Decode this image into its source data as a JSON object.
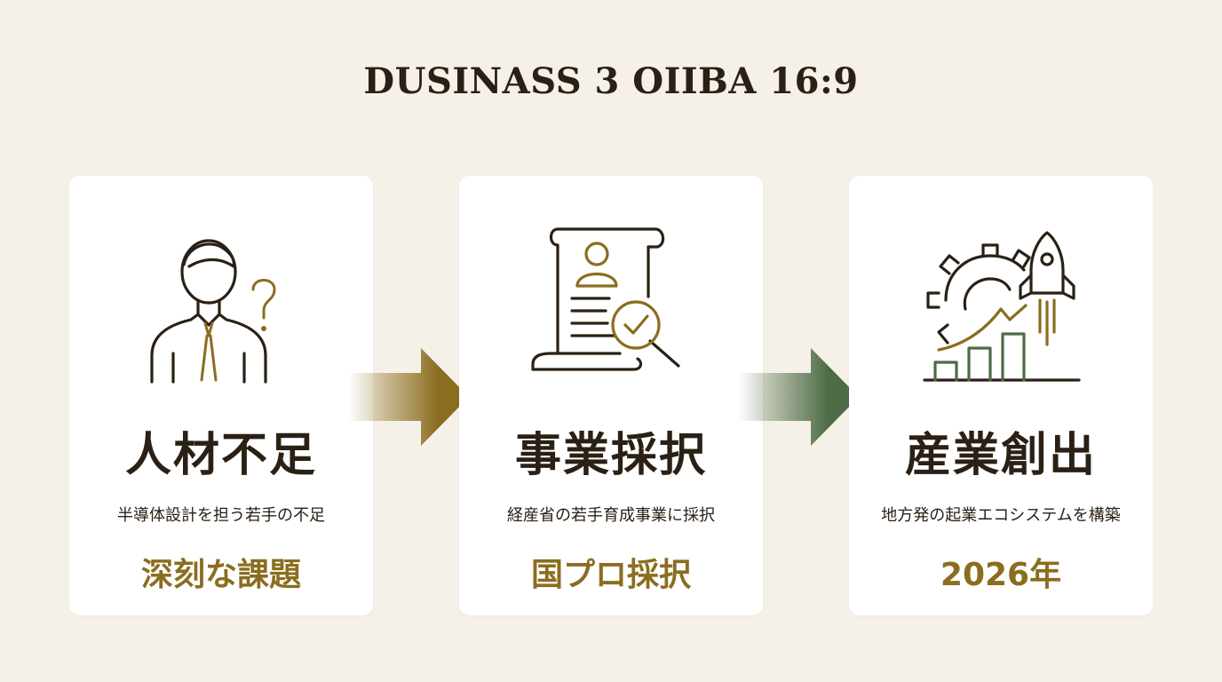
{
  "title": "DUSINASS 3 OIIBA 16:9",
  "colors": {
    "background": "#f5f1e8",
    "dark": "#2b2015",
    "gold": "#8a6d1f",
    "green": "#4d6b45"
  },
  "cards": [
    {
      "icon": "person-question-icon",
      "heading": "人材不足",
      "description": "半導体設計を担う若手の不足",
      "accent": "深刻な課題"
    },
    {
      "icon": "document-search-icon",
      "heading": "事業採択",
      "description": "経産省の若手育成事業に採択",
      "accent": "国プロ採択"
    },
    {
      "icon": "gear-rocket-growth-icon",
      "heading": "産業創出",
      "description": "地方発の起業エコシステムを構築",
      "accent": "2026年"
    }
  ],
  "arrows": [
    {
      "icon": "arrow-right-icon",
      "color": "#8a6d1f"
    },
    {
      "icon": "arrow-right-icon",
      "color": "#4d6b45"
    }
  ]
}
